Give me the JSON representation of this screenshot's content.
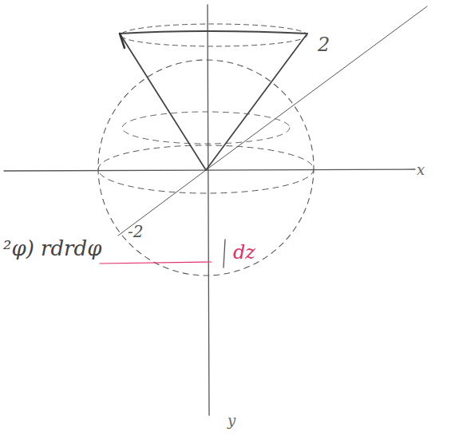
{
  "diagram": {
    "labels": [
      "2",
      "-2",
      "x",
      "y",
      "²φ) rdrdφ",
      "dz"
    ]
  }
}
